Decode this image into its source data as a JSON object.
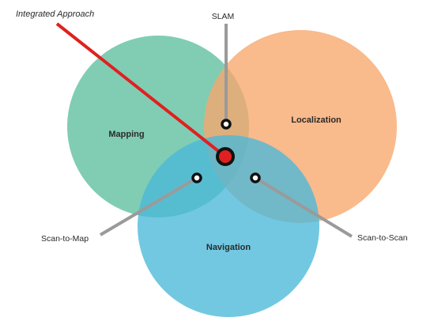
{
  "diagram": {
    "sets": [
      {
        "id": "mapping",
        "label": "Mapping",
        "color": "#5cbf9f"
      },
      {
        "id": "localization",
        "label": "Localization",
        "color": "#f7a66b"
      },
      {
        "id": "navigation",
        "label": "Navigation",
        "color": "#4ab8d8"
      }
    ],
    "annotations": [
      {
        "id": "integrated-approach",
        "label": "Integrated Approach",
        "line_color": "#e02020",
        "marker_fill": "#e02020"
      },
      {
        "id": "slam",
        "label": "SLAM",
        "line_color": "#9a9a9a"
      },
      {
        "id": "scan-to-map",
        "label": "Scan-to-Map",
        "line_color": "#9a9a9a"
      },
      {
        "id": "scan-to-scan",
        "label": "Scan-to-Scan",
        "line_color": "#9a9a9a"
      }
    ]
  }
}
